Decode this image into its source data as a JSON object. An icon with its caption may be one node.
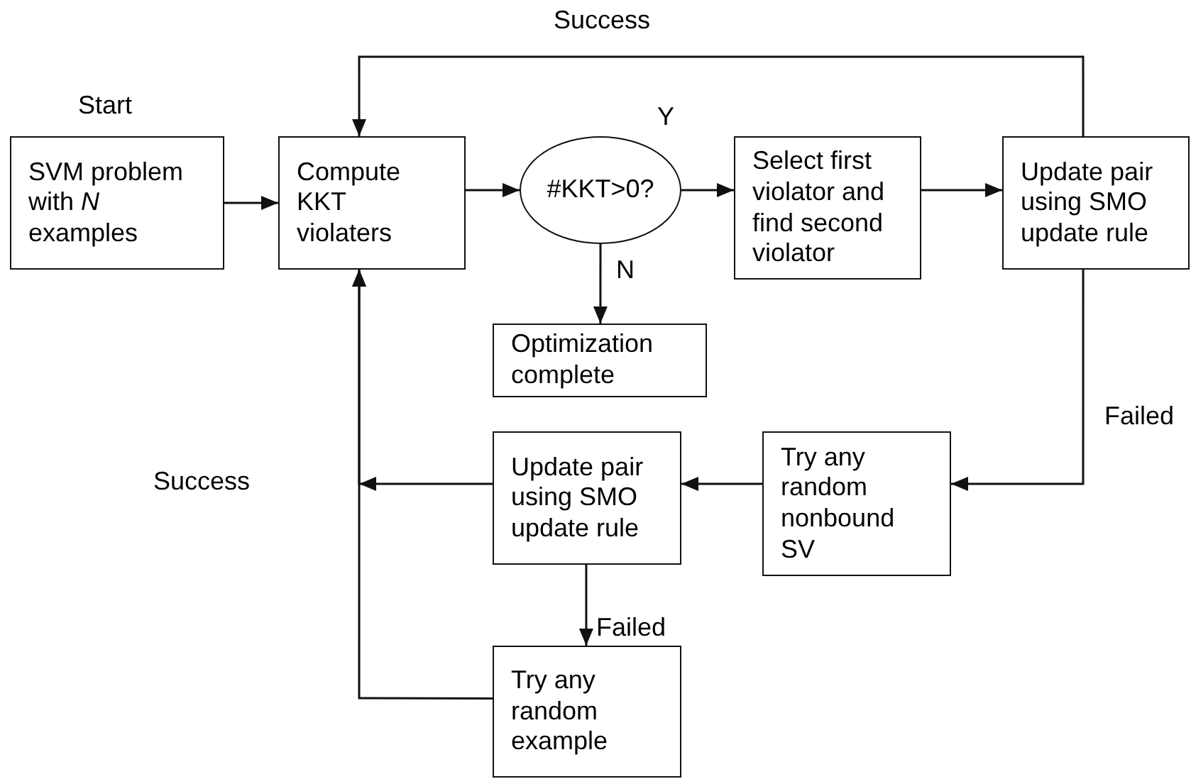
{
  "diagram": {
    "nodes": [
      {
        "text": [
          "SVM problem with *N* examples"
        ],
        "beside": [
          "Start"
        ]
      },
      {
        "text": [
          "Compute KKT violaters"
        ]
      },
      {
        "text": [
          "#KKT>0?"
        ]
      },
      {
        "text": [
          "Select first violator and find second violator"
        ]
      },
      {
        "text": [
          "Update pair using SMO update rule"
        ]
      },
      {
        "text": [
          "Optimization complete"
        ]
      },
      {
        "text": [
          "Try any random nonbound SV"
        ]
      },
      {
        "text": [
          "Update pair using SMO update rule"
        ]
      },
      {
        "text": [
          "Try any random example"
        ]
      }
    ],
    "edges": [
      {
        "from": 0,
        "to": 1,
        "arrow": "to"
      },
      {
        "from": 1,
        "to": 2,
        "arrow": "to"
      },
      {
        "from": 2,
        "to": 3,
        "arrow": "to",
        "label": "Y"
      },
      {
        "from": 2,
        "to": 5,
        "arrow": "to",
        "label": "N"
      },
      {
        "from": 3,
        "to": 4,
        "arrow": "to"
      },
      {
        "from": 4,
        "to": 1,
        "arrow": "to",
        "label": "Success"
      },
      {
        "from": 4,
        "to": 6,
        "arrow": "to",
        "label": "Failed"
      },
      {
        "from": 6,
        "to": 7,
        "arrow": "to"
      },
      {
        "from": 7,
        "to": 1,
        "arrow": "to",
        "label": "Success"
      },
      {
        "from": 7,
        "to": 8,
        "arrow": "to",
        "label": "Failed"
      },
      {
        "from": 8,
        "to": 1,
        "arrow": "to"
      }
    ]
  }
}
